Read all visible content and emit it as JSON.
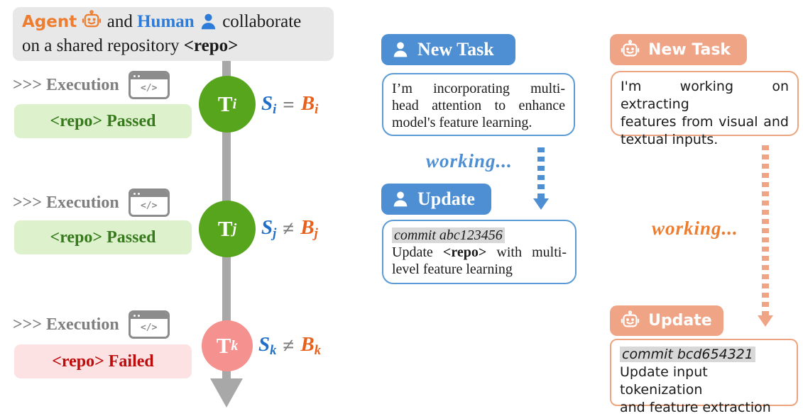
{
  "header": {
    "agent": "Agent",
    "and": "and",
    "human": "Human",
    "collaborate": "collaborate",
    "line2_prefix": "on a shared repository",
    "repo": "<repo>"
  },
  "icons": {
    "code_glyph": "</>"
  },
  "timeline": {
    "rows": [
      {
        "exec": ">>> Execution",
        "badge": "<repo> Passed",
        "node_main": "T",
        "node_sub": "i",
        "s": "S",
        "s_sub": "i",
        "op": "=",
        "b": "B",
        "b_sub": "i"
      },
      {
        "exec": ">>> Execution",
        "badge": "<repo> Passed",
        "node_main": "T",
        "node_sub": "j",
        "s": "S",
        "s_sub": "j",
        "op": "≠",
        "b": "B",
        "b_sub": "j"
      },
      {
        "exec": ">>> Execution",
        "badge": "<repo> Failed",
        "node_main": "T",
        "node_sub": "k",
        "s": "S",
        "s_sub": "k",
        "op": "≠",
        "b": "B",
        "b_sub": "k"
      }
    ]
  },
  "human": {
    "new_task": "New Task",
    "task_lines": [
      "I’m incorporating multi-",
      "head attention to enhance",
      "model's feature learning."
    ],
    "working": "working...",
    "update": "Update",
    "commit": "commit abc123456",
    "update_line1_prefix": "Update ",
    "update_line1_repo": "<repo>",
    "update_line1_suffix": " with multi-",
    "update_line2": "level feature learning"
  },
  "agent": {
    "new_task": "New Task",
    "task_lines": [
      "I'm working on extracting",
      "features from visual and",
      "textual inputs."
    ],
    "working": "working...",
    "update": "Update",
    "commit": "commit bcd654321",
    "update_lines": [
      "Update input tokenization",
      "and feature extraction"
    ]
  },
  "colors": {
    "agent_orange": "#ed7d31",
    "agent_badge_orange": "#f0a486",
    "agent_border_orange": "#eca47e",
    "human_blue": "#2e7cd9",
    "human_badge_blue": "#4e8fd3",
    "human_border_blue": "#5b9bd5",
    "node_green": "#57a41d",
    "node_pink": "#f5918f",
    "passed_bg": "#ddf2cc",
    "passed_text": "#37791d",
    "failed_bg": "#fce2e2",
    "failed_text": "#bd0a0a",
    "timeline_gray": "#a8a8a8",
    "exec_gray": "#7f7f7f",
    "header_bg": "#e8e8e8",
    "eq_s_blue": "#1f6fc8",
    "eq_b_orange": "#e8611c",
    "commit_highlight": "#d8d8d8"
  }
}
